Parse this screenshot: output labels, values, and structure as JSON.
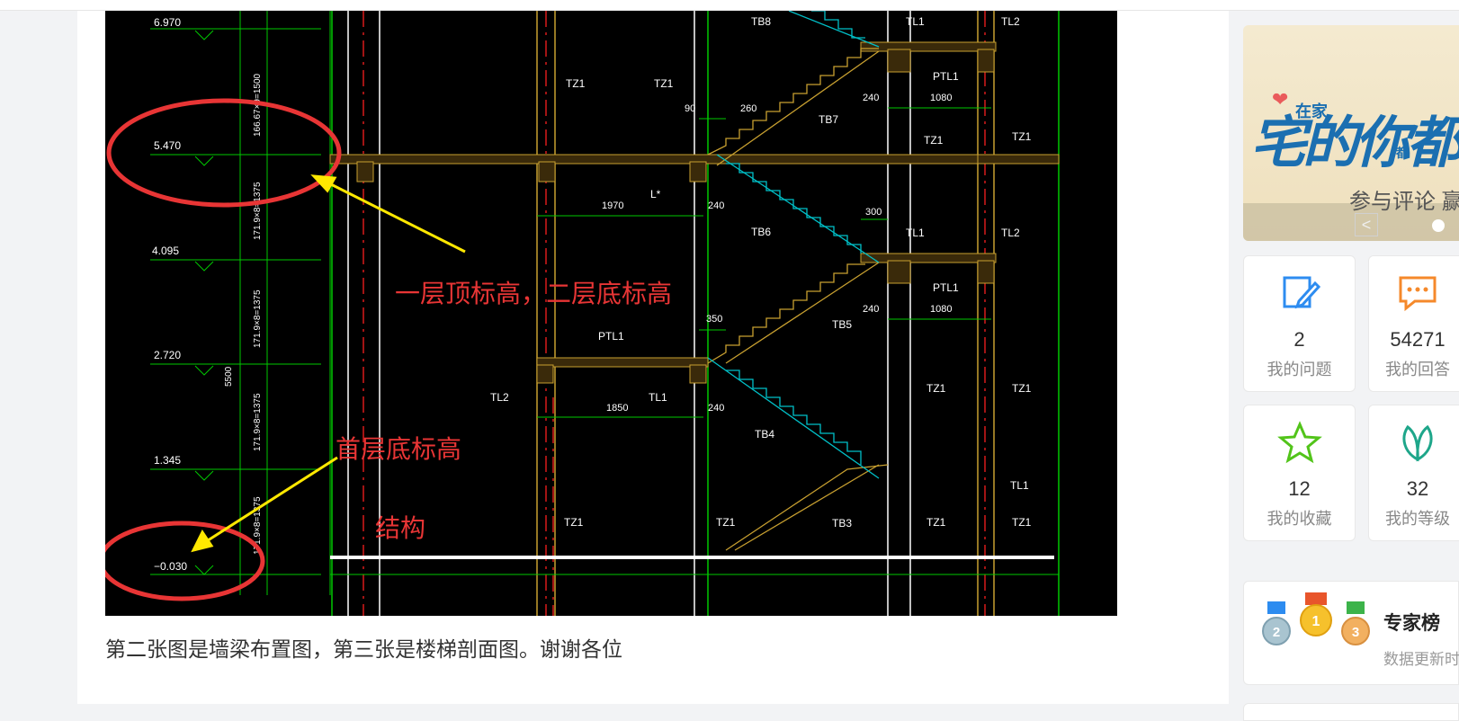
{
  "post": {
    "caption": "第二张图是墙梁布置图，第三张是楼梯剖面图。谢谢各位"
  },
  "drawing": {
    "elevations": [
      "6.970",
      "5.470",
      "4.095",
      "2.720",
      "1.345",
      "−0.030"
    ],
    "dim_texts": [
      "166.67×9=1500",
      "171.9×8=1375",
      "171.9×8=1375",
      "171.9×8=1375",
      "171.9×8=1375",
      "5500"
    ],
    "labels": {
      "tb8": "TB8",
      "tb7": "TB7",
      "tb6": "TB6",
      "tb5": "TB5",
      "tb4": "TB4",
      "tb3": "TB3",
      "tl1": "TL1",
      "tl2": "TL2",
      "ptl1": "PTL1",
      "tz1": "TZ1",
      "lstar": "L*",
      "d90": "90",
      "d260": "260",
      "d240": "240",
      "d1080": "1080",
      "d1970": "1970",
      "d300": "300",
      "d350": "350",
      "d1850": "1850"
    },
    "annotations": {
      "top": "一层顶标高，二层底标高",
      "bottom": "首层底标高",
      "structure": "结构"
    }
  },
  "sidebar": {
    "banner": {
      "title": "宅的你都在",
      "small_a": "在家",
      "small_b": "都",
      "subtitle": "参与评论 赢",
      "prev_icon": "<"
    },
    "cards": [
      {
        "icon": "edit-note-icon",
        "value": "2",
        "label": "我的问题",
        "color": "#2d8cf0"
      },
      {
        "icon": "chat-bubble-icon",
        "value": "54271",
        "label": "我的回答",
        "color": "#f5892b"
      },
      {
        "icon": "star-icon",
        "value": "12",
        "label": "我的收藏",
        "color": "#52c41a"
      },
      {
        "icon": "leaf-icon",
        "value": "32",
        "label": "我的等级",
        "color": "#1ea68a"
      }
    ],
    "expert": {
      "title": "专家榜",
      "subtitle": "数据更新时",
      "medals": [
        "2",
        "1",
        "3"
      ]
    }
  }
}
